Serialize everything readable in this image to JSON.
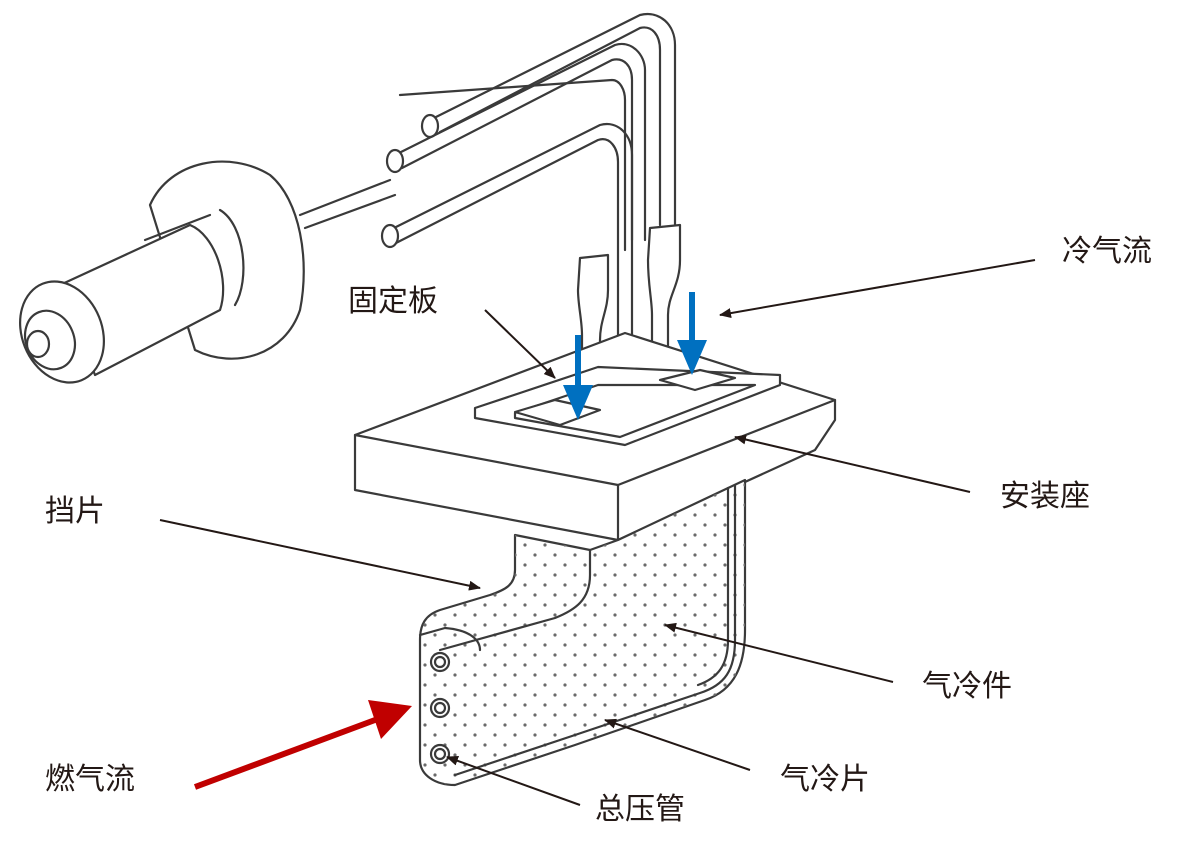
{
  "diagram": {
    "labels": {
      "cold_flow": "冷气流",
      "fixing_plate": "固定板",
      "mount_seat": "安装座",
      "baffle": "挡片",
      "cooled_part": "气冷件",
      "gas_flow": "燃气流",
      "cooling_piece": "气冷片",
      "total_pressure_tube": "总压管"
    },
    "colors": {
      "cold_flow_arrow": "#0070c0",
      "gas_flow_arrow": "#c00000",
      "outline": "#3a3a3a",
      "label_text": "#231815"
    }
  }
}
